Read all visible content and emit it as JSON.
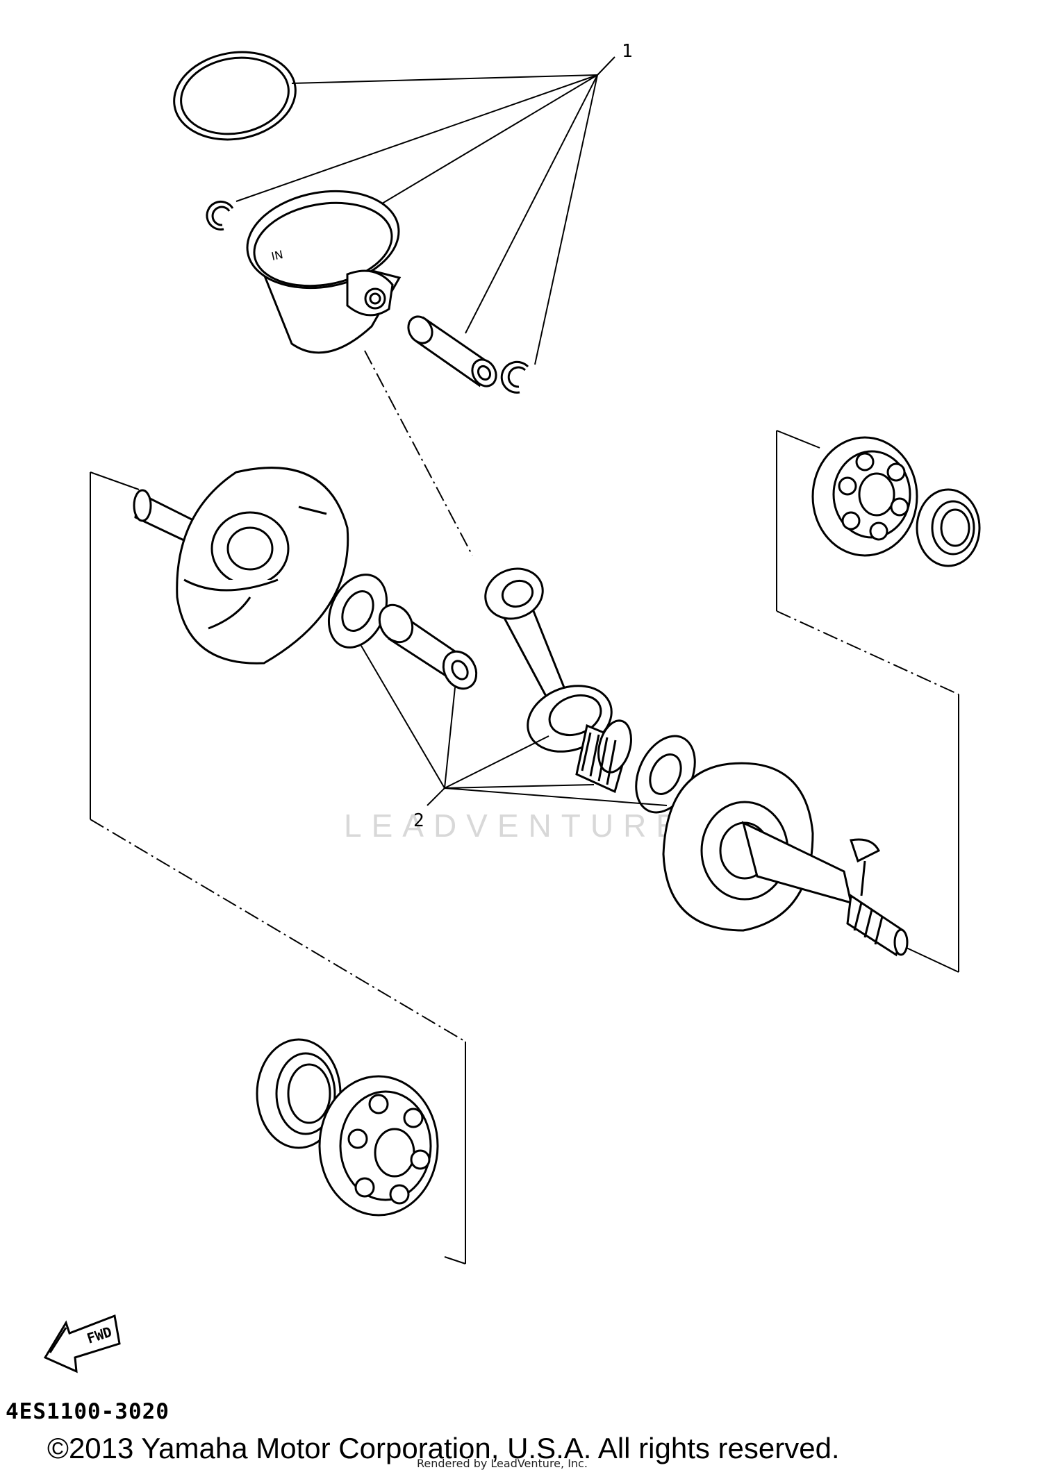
{
  "diagram": {
    "callouts": [
      {
        "id": "1",
        "label": "1"
      },
      {
        "id": "2",
        "label": "2"
      }
    ],
    "fwd_label": "FWD",
    "piston_mark": "IN",
    "watermark": "LEADVENTURE"
  },
  "footer": {
    "part_code": "4ES1100-3020",
    "copyright": "©2013 Yamaha Motor Corporation, U.S.A. All rights reserved.",
    "rendered_by": "Rendered by LeadVenture, Inc."
  }
}
